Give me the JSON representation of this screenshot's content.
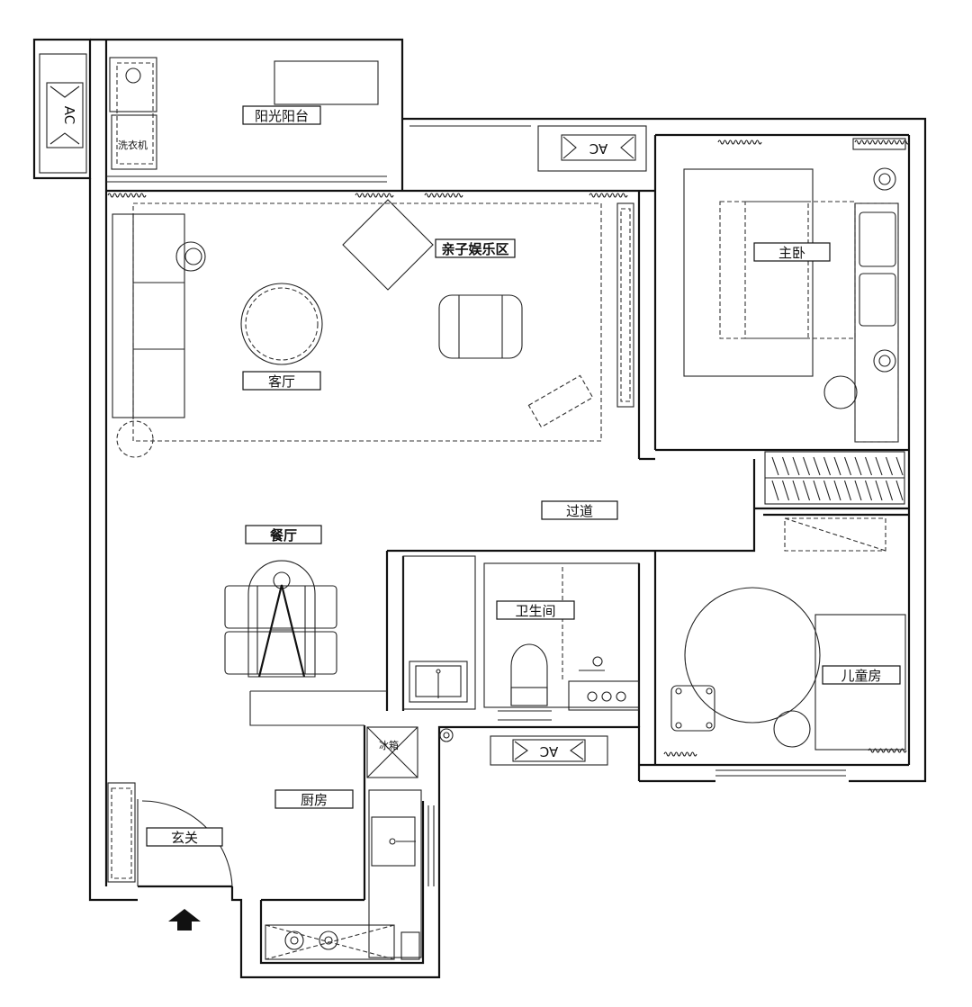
{
  "rooms": {
    "sunroom": "阳光阳台",
    "kids_play": "亲子娱乐区",
    "master": "主卧",
    "living": "客厅",
    "corridor": "过道",
    "dining": "餐厅",
    "bathroom": "卫生间",
    "child": "儿童房",
    "kitchen": "厨房",
    "entry": "玄关"
  },
  "fixtures": {
    "ac_left": "AC",
    "ac_top": "AC",
    "ac_bottom": "AC",
    "washer": "洗衣机",
    "fridge": "冰箱"
  }
}
